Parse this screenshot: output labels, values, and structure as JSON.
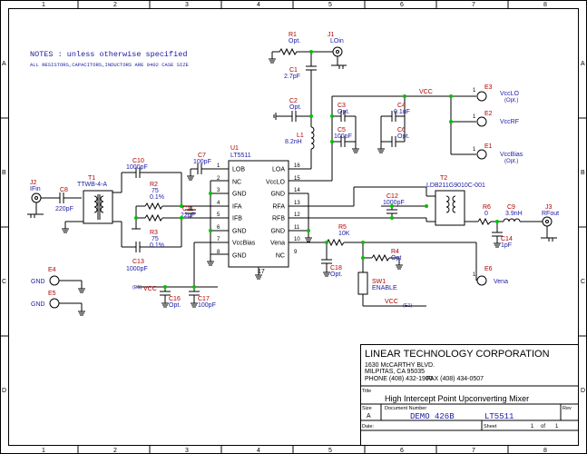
{
  "border": {
    "cols_top": [
      "1",
      "2",
      "3",
      "4",
      "5",
      "6",
      "7",
      "8"
    ],
    "rows_left": [
      "A",
      "B",
      "C",
      "D"
    ]
  },
  "notes": {
    "title": "NOTES : unless otherwise specified",
    "line1": "ALL RESISTORS,CAPACITORS,INDUCTORS ARE 0402 CASE SIZE"
  },
  "ic": {
    "ref": "U1",
    "part": "LT5511",
    "left_pins": [
      {
        "num": "1",
        "name": "LOB"
      },
      {
        "num": "2",
        "name": "NC"
      },
      {
        "num": "3",
        "name": "GND"
      },
      {
        "num": "4",
        "name": "IFA"
      },
      {
        "num": "5",
        "name": "IFB"
      },
      {
        "num": "6",
        "name": "GND"
      },
      {
        "num": "7",
        "name": "VccBias"
      },
      {
        "num": "8",
        "name": "GND"
      }
    ],
    "right_pins": [
      {
        "num": "16",
        "name": "LOA"
      },
      {
        "num": "15",
        "name": "VccLO"
      },
      {
        "num": "14",
        "name": "GND"
      },
      {
        "num": "13",
        "name": "RFA"
      },
      {
        "num": "12",
        "name": "RFB"
      },
      {
        "num": "11",
        "name": "GND"
      },
      {
        "num": "10",
        "name": "Vena"
      },
      {
        "num": "9",
        "name": "NC"
      }
    ],
    "bottom_pin": "17"
  },
  "parts": {
    "R1": {
      "ref": "R1",
      "val": "Opt."
    },
    "J1": {
      "ref": "J1",
      "val": "LOin"
    },
    "C1": {
      "ref": "C1",
      "val": "2.7pF"
    },
    "C2": {
      "ref": "C2",
      "val": "Opt."
    },
    "L1": {
      "ref": "L1",
      "val": "8.2nH"
    },
    "C3": {
      "ref": "C3",
      "val": "Opt."
    },
    "C5": {
      "ref": "C5",
      "val": "100pF"
    },
    "C4": {
      "ref": "C4",
      "val": "0.1uF"
    },
    "C6": {
      "ref": "C6",
      "val": "Opt."
    },
    "J2": {
      "ref": "J2",
      "val": "IFin"
    },
    "C8": {
      "ref": "C8",
      "val": "220pF"
    },
    "T1": {
      "ref": "T1",
      "val": "TTWB-4-A"
    },
    "C10": {
      "ref": "C10",
      "val": "1000pF"
    },
    "C13": {
      "ref": "C13",
      "val": "1000pF"
    },
    "R2": {
      "ref": "R2",
      "val": "75",
      "tol": "0.1%"
    },
    "R3": {
      "ref": "R3",
      "val": "75",
      "tol": "0.1%"
    },
    "C11": {
      "ref": "C11",
      "val": "22pF"
    },
    "C7": {
      "ref": "C7",
      "val": "100pF"
    },
    "C12": {
      "ref": "C12",
      "val": "1000pF"
    },
    "T2": {
      "ref": "T2",
      "val": "LDB211G9010C-001"
    },
    "R6": {
      "ref": "R6",
      "val": "0"
    },
    "C9": {
      "ref": "C9",
      "val": "3.9nH"
    },
    "C14": {
      "ref": "C14",
      "val": "1pF"
    },
    "J3": {
      "ref": "J3",
      "val": "RFout"
    },
    "R5": {
      "ref": "R5",
      "val": "10K"
    },
    "R4": {
      "ref": "R4",
      "val": "Opt"
    },
    "C18": {
      "ref": "C18",
      "val": "Opt."
    },
    "SW1": {
      "ref": "SW1",
      "val": "ENABLE"
    },
    "C16": {
      "ref": "C16",
      "val": "Opt."
    },
    "C17": {
      "ref": "C17",
      "val": "100pF"
    },
    "E1": {
      "ref": "E1",
      "val": "VccBias",
      "sub": "(Opt.)"
    },
    "E2": {
      "ref": "E2",
      "val": "VccRF"
    },
    "E3": {
      "ref": "E3",
      "val": "VccLO",
      "sub": "(Opt.)"
    },
    "E4": {
      "ref": "E4",
      "val": "GND"
    },
    "E5": {
      "ref": "E5",
      "val": "GND"
    },
    "E6": {
      "ref": "E6",
      "val": "Vena"
    }
  },
  "nets": {
    "vcc": "VCC",
    "e1": "(E1)",
    "vcc_bottom": "VCC"
  },
  "title_block": {
    "company": "LINEAR TECHNOLOGY CORPORATION",
    "address1": "1630 McCARTHY BLVD.",
    "address2": "MILPITAS, CA  95035",
    "phone": "PHONE (408) 432-1900",
    "fax": "FAX (408) 434-0507",
    "title_label": "Title",
    "title": "High Intercept Point Upconverting Mixer",
    "size_label": "Size",
    "size": "A",
    "docnum_label": "Document Number",
    "docnum": "DEMO 426B",
    "docnum_part": "LT5511",
    "rev_label": "Rev",
    "rev": "",
    "date_label": "Date:",
    "sheet_label": "Sheet",
    "sheet_num": "1",
    "of_label": "of",
    "sheet_total": "1"
  }
}
